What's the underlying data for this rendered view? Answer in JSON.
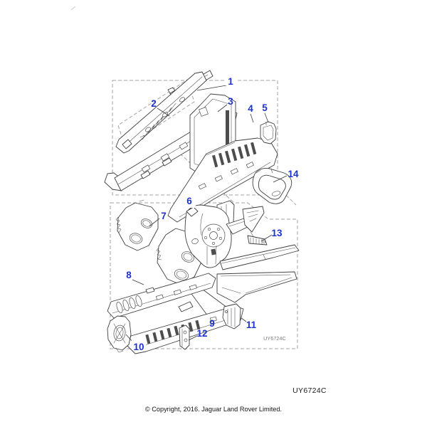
{
  "figure": {
    "callouts": [
      {
        "label": "1"
      },
      {
        "label": "2"
      },
      {
        "label": "3"
      },
      {
        "label": "4"
      },
      {
        "label": "5"
      },
      {
        "label": "6"
      },
      {
        "label": "7"
      },
      {
        "label": "8"
      },
      {
        "label": "9"
      },
      {
        "label": "10"
      },
      {
        "label": "11"
      },
      {
        "label": "12"
      },
      {
        "label": "13"
      },
      {
        "label": "14"
      }
    ],
    "inline_code": "UY6724C",
    "figure_code": "UY6724C",
    "copyright": "© Copyright, 2016. Jaguar Land Rover Limited.",
    "colors": {
      "callout_blue": "#1e32cf",
      "line": "#3f3f3f",
      "dash": "#a3a3a3",
      "inline_code_gray": "#767676"
    }
  }
}
